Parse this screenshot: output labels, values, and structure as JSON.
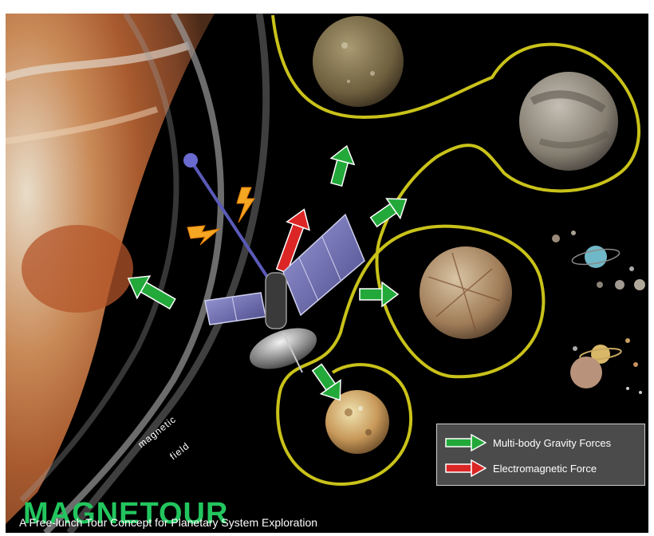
{
  "title": "MAGNETOUR",
  "subtitle": "A Free-lunch Tour Concept for Planetary System Exploration",
  "field_label_line1": "magnetic",
  "field_label_line2": "field",
  "legend": {
    "items": [
      {
        "label": "Multi-body Gravity Forces",
        "color": "#22a93a"
      },
      {
        "label": "Electromagnetic Force",
        "color": "#dc2626"
      }
    ]
  },
  "bodies": [
    {
      "name": "callisto-moon",
      "color": "#8b7a55"
    },
    {
      "name": "ganymede-moon",
      "color": "#8e887e"
    },
    {
      "name": "europa-moon",
      "color": "#a88a66"
    },
    {
      "name": "io-moon",
      "color": "#c9a46b"
    }
  ],
  "colors": {
    "background": "#000000",
    "trajectory": "#c9c21a",
    "gravity_arrow": "#22a93a",
    "em_arrow": "#dc2626",
    "title": "#22c55e"
  }
}
